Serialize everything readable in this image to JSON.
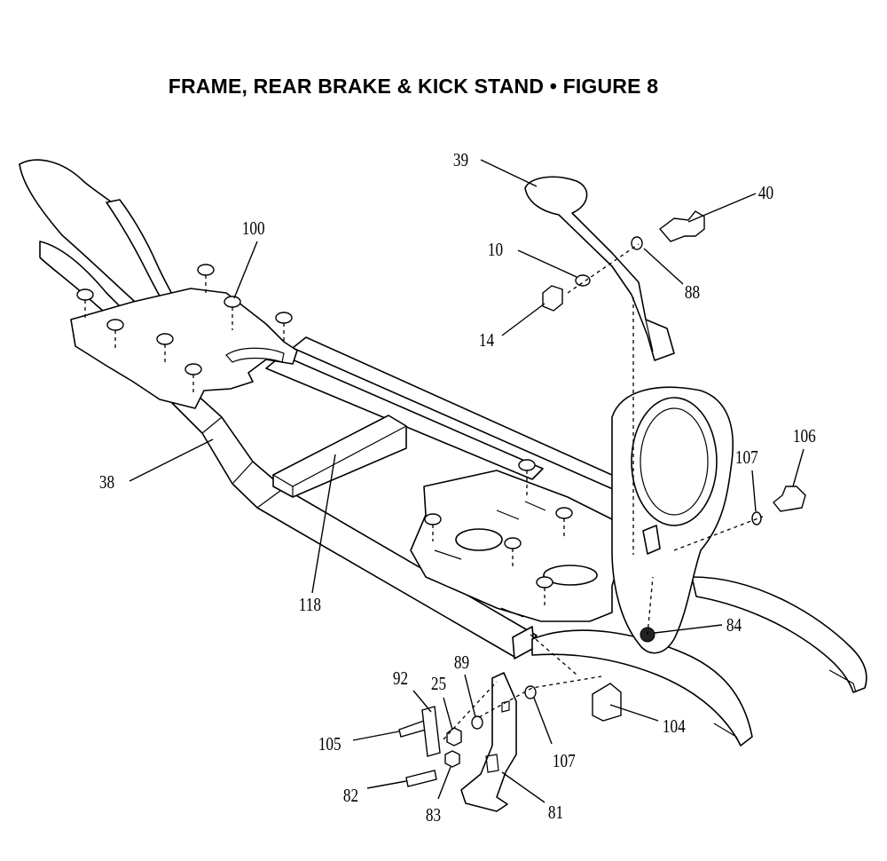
{
  "title": "FRAME, REAR BRAKE & KICK STAND  •  FIGURE 8",
  "callouts": [
    {
      "id": "c39",
      "text": "39"
    },
    {
      "id": "c40",
      "text": "40"
    },
    {
      "id": "c10",
      "text": "10"
    },
    {
      "id": "c88",
      "text": "88"
    },
    {
      "id": "c14",
      "text": "14"
    },
    {
      "id": "c100",
      "text": "100"
    },
    {
      "id": "c38",
      "text": "38"
    },
    {
      "id": "c118",
      "text": "118"
    },
    {
      "id": "c107a",
      "text": "107"
    },
    {
      "id": "c106",
      "text": "106"
    },
    {
      "id": "c84",
      "text": "84"
    },
    {
      "id": "c92",
      "text": "92"
    },
    {
      "id": "c25",
      "text": "25"
    },
    {
      "id": "c89",
      "text": "89"
    },
    {
      "id": "c105",
      "text": "105"
    },
    {
      "id": "c82",
      "text": "82"
    },
    {
      "id": "c83",
      "text": "83"
    },
    {
      "id": "c81",
      "text": "81"
    },
    {
      "id": "c107b",
      "text": "107"
    },
    {
      "id": "c104",
      "text": "104"
    }
  ]
}
